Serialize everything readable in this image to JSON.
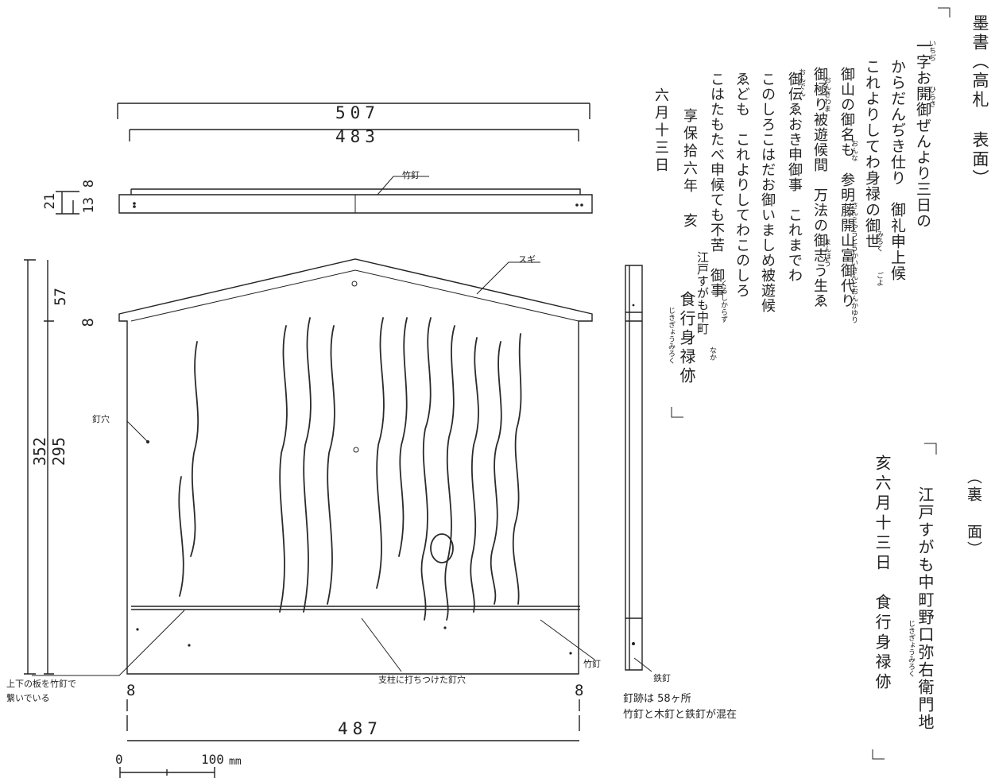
{
  "dimensions": {
    "outer_width": "507",
    "inner_width": "483",
    "bottom_width": "487",
    "top_thickness": "21",
    "top_thickness_inner": "13",
    "top_thickness_small": "8",
    "gable_height": "57",
    "gable_small": "8",
    "total_height": "352",
    "body_height": "295",
    "bottom_left_margin": "8",
    "bottom_right_margin": "8",
    "scale_zero": "0",
    "scale_hundred": "100",
    "scale_unit": "mm"
  },
  "labels": {
    "bamboo_nail_top": "竹釘",
    "sugi": "スギ",
    "nail_hole": "釘穴",
    "bamboo_nail_bottom": "竹釘",
    "iron_nail": "鉄釘",
    "post_nail_hole": "支柱に打ちつけた釘穴",
    "joined_note_line1": "上下の板を竹釘で",
    "joined_note_line2": "繋いでいる",
    "nail_count_note": "釘跡は 58ヶ所",
    "nail_mix_note": "竹釘と木釘と鉄釘が混在"
  },
  "front_text": {
    "heading": "墨書（高札 表面）",
    "lines": [
      "一字お開御ぜんより三日の",
      "からだんぢき仕り　御礼申上候",
      "これよりしてわ身禄の御世",
      "御山の御名も　参明藤開山富御代り",
      "御極り被遊候間　万法の御志う生ゑ",
      "御伝ゑおき申御事　これまでわ",
      "このしろこはだお御いましめ被遊候",
      "ゑども　これよりしてわこのしろ",
      "こはたもたべ申候ても不苦　御事",
      "享保拾六年　亥",
      "六月十三日"
    ],
    "signature_place": "江戸すがも中町",
    "signature_name": "食行身禄㑊"
  },
  "back_text": {
    "heading": "（裏 面）",
    "line1": "江戸すがも中町野口弥右衛門地",
    "line2": "亥六月十三日　食行身禄㑊"
  },
  "furigana": {
    "ichiji": "いちぢ",
    "hiraki": "ひらき",
    "miroku": "みろく",
    "gyoyo": "ごよ",
    "onna": "おんな",
    "sanmyo": "さんミやうとうかいさんとおんかゆり",
    "onkiwama": "おんきわま",
    "manpo": "まんほう",
    "onde": "おんでん",
    "kurushikarazu": "くるしからず",
    "jikigyo": "じきぎょうみろく",
    "naka": "なか",
    "jikigyo_back": "じきぎょうみろく"
  },
  "colors": {
    "ink": "#1a1a1a",
    "wood_line": "#222222",
    "brush": "#2a2a2a"
  }
}
